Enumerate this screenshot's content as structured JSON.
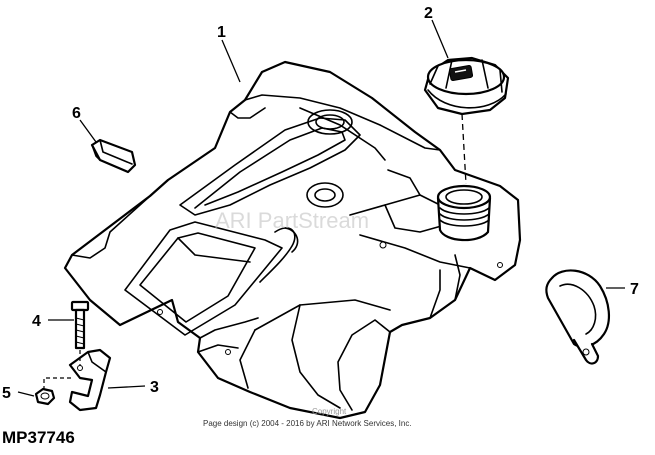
{
  "diagram": {
    "part_code": "MP37746",
    "callouts": [
      "1",
      "2",
      "3",
      "4",
      "5",
      "6",
      "7"
    ],
    "footer": "Page design (c) 2004 - 2016 by ARI Network Services, Inc.",
    "watermark": "ARI PartStream",
    "watermark_small": "Copyright"
  }
}
